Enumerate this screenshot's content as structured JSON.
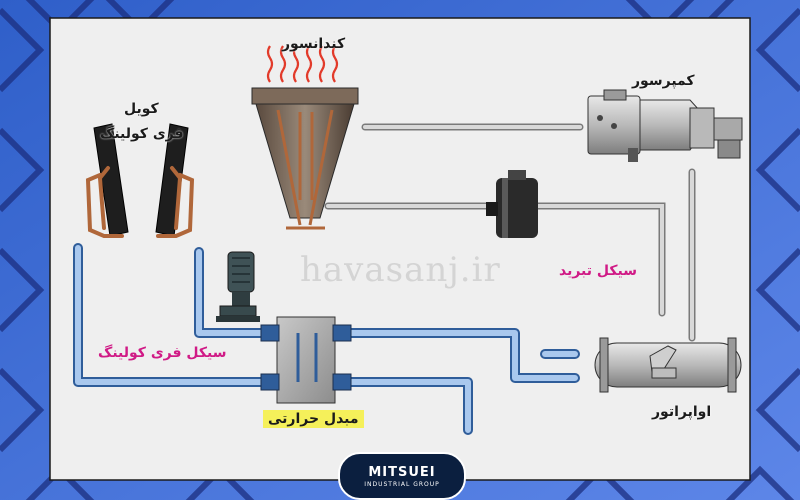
{
  "labels": {
    "condenser": "کندانسور",
    "compressor": "کمپرسور",
    "free_cooling_coil_line1": "کویل",
    "free_cooling_coil_line2": "فری کولینگ",
    "refrigeration_cycle": "سیکل تبرید",
    "free_cooling_cycle": "سیکل فری کولینگ",
    "heat_exchanger": "مبدل حرارتی",
    "evaporator": "اواپراتور"
  },
  "watermark": "havasanj.ir",
  "logo": {
    "name": "MITSUEI",
    "subtitle": "INDUSTRIAL GROUP"
  },
  "colors": {
    "background_blue": "#3f73d8",
    "panel": "#efefef",
    "water_pipe": "#5d8fd0",
    "refrigerant_pipe": "#a8a8a8",
    "copper_pipe": "#b0673a",
    "label_magenta": "#d01a86",
    "label_yellow_bg": "#f5f05a"
  }
}
